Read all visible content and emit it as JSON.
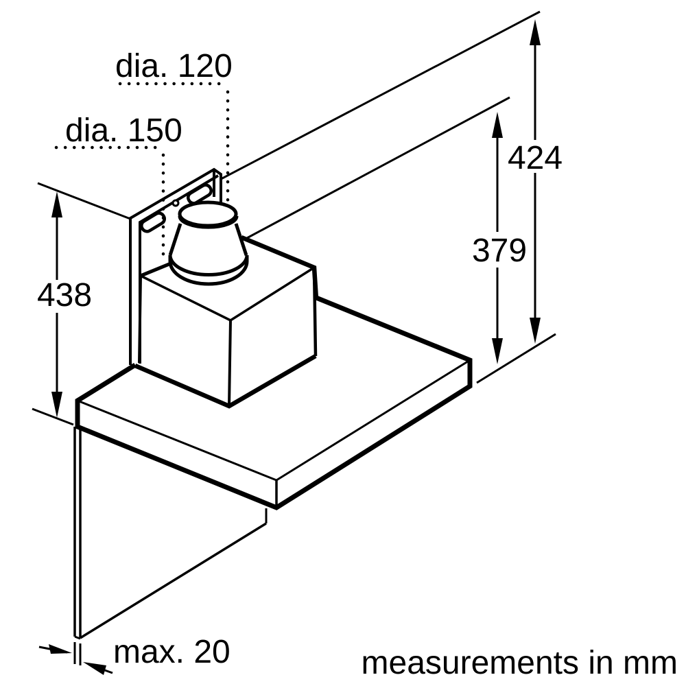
{
  "diagram": {
    "title": "cooker hood installation dimension drawing",
    "labels": {
      "duct_small_diameter": "dia. 120",
      "duct_large_diameter": "dia. 150",
      "height_wall_top_to_hood_bottom_right": "424",
      "height_wall_second_line_to_hood_bottom": "379",
      "height_wall_top_to_hood_bottom_left": "438",
      "wall_panel_max_thickness": "max. 20",
      "footer_note": "measurements in mm"
    },
    "colors": {
      "line": "#000000",
      "background": "#ffffff"
    }
  }
}
